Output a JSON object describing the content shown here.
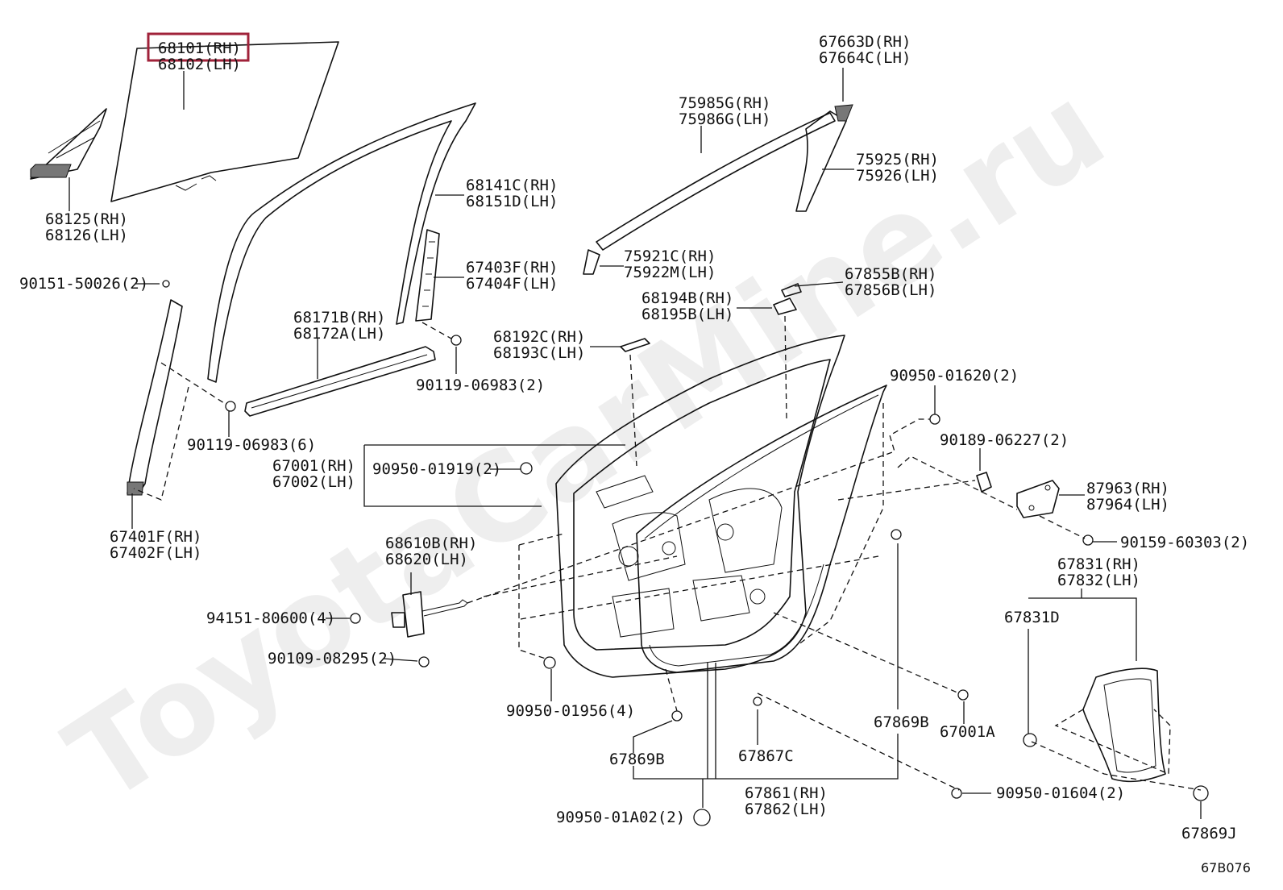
{
  "diagram": {
    "watermark": "ToyotaCarMine.ru",
    "code": "67B076",
    "highlight_color": "#a0223a",
    "callouts": {
      "glass": [
        "68101(RH)",
        "68102(LH)"
      ],
      "quarter_glass": [
        "68125(RH)",
        "68126(LH)"
      ],
      "run_channel": [
        "68141C(RH)",
        "68151D(LH)"
      ],
      "rear_channel": [
        "67403F(RH)",
        "67404F(LH)"
      ],
      "screw_a": "90151-50026(2)",
      "belt_weatherstrip": [
        "68171B(RH)",
        "68172A(LH)"
      ],
      "bolt_a": "90119-06983(2)",
      "bolt_b": "90119-06983(6)",
      "front_channel": [
        "67401F(RH)",
        "67402F(LH)"
      ],
      "outer_molding": [
        "75985G(RH)",
        "75986G(LH)"
      ],
      "corner_piece": [
        "67663D(RH)",
        "67664C(LH)"
      ],
      "pillar_garnish": [
        "75925(RH)",
        "75926(LH)"
      ],
      "garnish_b": [
        "75921C(RH)",
        "75922M(LH)"
      ],
      "stopper_a": [
        "67855B(RH)",
        "67856B(LH)"
      ],
      "stopper_b": [
        "68194B(RH)",
        "68195B(LH)"
      ],
      "stopper_c": [
        "68192C(RH)",
        "68193C(LH)"
      ],
      "door_panel": [
        "67001(RH)",
        "67002(LH)"
      ],
      "plug_a": "90950-01919(2)",
      "plug_b": "90950-01620(2)",
      "clip_a": "90189-06227(2)",
      "bracket": [
        "87963(RH)",
        "87964(LH)"
      ],
      "screw_b": "90159-60303(2)",
      "check_assy": [
        "68610B(RH)",
        "68620(LH)"
      ],
      "bolt_c": "94151-80600(4)",
      "bolt_d": "90109-08295(2)",
      "plug_c": "90950-01956(4)",
      "service_hole_cover": [
        "67831(RH)",
        "67832(LH)"
      ],
      "cover_sub": "67831D",
      "clip_b": "67869B",
      "clip_c": "67867C",
      "clip_d": "67869B",
      "plug_d": "67001A",
      "weatherstrip": [
        "67861(RH)",
        "67862(LH)"
      ],
      "plug_e": "90950-01A02(2)",
      "plug_f": "90950-01604(2)",
      "clip_e": "67869J"
    }
  }
}
